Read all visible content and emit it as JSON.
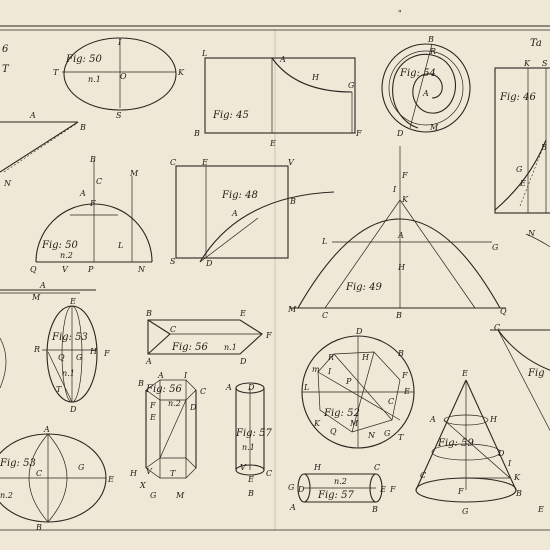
{
  "plate": {
    "corner_left": [
      "6",
      "T"
    ],
    "corner_right": "Ta",
    "page_mark": "\""
  },
  "figures": {
    "fig50a": {
      "caption": "Fig: 50",
      "sub": "n.1",
      "points": {
        "I": "I",
        "T": "T",
        "O": "O",
        "K": "K",
        "S": "S"
      }
    },
    "fig45": {
      "caption": "Fig: 45",
      "points": {
        "L": "L",
        "A": "A",
        "H": "H",
        "G": "G",
        "B": "B",
        "E": "E",
        "F": "F"
      }
    },
    "fig54": {
      "caption": "Fig: 54",
      "points": {
        "B": "B",
        "R": "R",
        "A": "A",
        "D": "D",
        "M": "M"
      }
    },
    "fig46": {
      "caption": "Fig: 46",
      "points": {
        "K": "K",
        "S": "S",
        "B": "B",
        "G": "G",
        "E": "E"
      }
    },
    "edgeleft": {
      "points": {
        "A": "A",
        "B": "B",
        "N": "N"
      }
    },
    "fig50b": {
      "caption": "Fig: 50",
      "sub": "n.2",
      "points": {
        "B": "B",
        "C": "C",
        "A": "A",
        "F": "F",
        "M": "M",
        "L": "L",
        "Q": "Q",
        "V": "V",
        "P": "P",
        "N": "N"
      }
    },
    "fig48": {
      "caption": "Fig: 48",
      "points": {
        "C": "C",
        "E": "E",
        "V": "V",
        "B": "B",
        "A": "A",
        "S": "S",
        "D": "D"
      }
    },
    "fig49": {
      "caption": "Fig: 49",
      "points": {
        "F": "F",
        "I": "I",
        "K": "K",
        "L": "L",
        "A": "A",
        "G": "G",
        "H": "H",
        "M": "M",
        "C": "C",
        "B": "B",
        "Q": "Q"
      }
    },
    "edgemid": {
      "points": {
        "A": "A",
        "M": "M"
      }
    },
    "fig53a": {
      "caption": "Fig: 53",
      "sub": "n.1",
      "points": {
        "E": "E",
        "R": "R",
        "Q": "Q",
        "G": "G",
        "H": "H",
        "F": "F",
        "T": "T",
        "D": "D"
      }
    },
    "fig56a": {
      "caption": "Fig: 56",
      "sub": "n.1",
      "points": {
        "B": "B",
        "C": "C",
        "E": "E",
        "F": "F",
        "A": "A",
        "D": "D"
      }
    },
    "fig52": {
      "caption": "Fig: 52",
      "points": {
        "D": "D",
        "R": "R",
        "H": "H",
        "B": "B",
        "I": "I",
        "m": "m",
        "P": "P",
        "L": "L",
        "F": "F",
        "E": "E",
        "C": "C",
        "K": "K",
        "Q": "Q",
        "M": "M",
        "N": "N",
        "G": "G",
        "T": "T"
      }
    },
    "fig53b": {
      "caption": "Fig: 53",
      "sub": "n.2",
      "points": {
        "A": "A",
        "C": "C",
        "G": "G",
        "E": "E",
        "B": "B"
      }
    },
    "fig56b": {
      "caption": "Fig: 56",
      "sub": "n.2",
      "points": {
        "B": "B",
        "A": "A",
        "I": "I",
        "C": "C",
        "D": "D",
        "F": "F",
        "E": "E",
        "H": "H",
        "V": "V",
        "T": "T",
        "X": "X",
        "G": "G",
        "M": "M"
      }
    },
    "fig57a": {
      "caption": "Fig: 57",
      "sub": "n.1",
      "points": {
        "A": "A",
        "D": "D",
        "V": "V",
        "E": "E",
        "C": "C",
        "B": "B"
      }
    },
    "fig57b": {
      "caption": "Fig: 57",
      "sub": "n.2",
      "points": {
        "H": "H",
        "C": "C",
        "G": "G",
        "D": "D",
        "E": "E",
        "F": "F",
        "A": "A",
        "B": "B"
      }
    },
    "fig59": {
      "caption": "Fig: 59",
      "points": {
        "E": "E",
        "A": "A",
        "H": "H",
        "D": "D",
        "I": "I",
        "K": "K",
        "C": "C",
        "F": "F",
        "B": "B",
        "G": "G"
      }
    },
    "edgeright": {
      "caption": "Fig",
      "points": {
        "C": "C",
        "N": "N",
        "E": "E"
      }
    }
  }
}
